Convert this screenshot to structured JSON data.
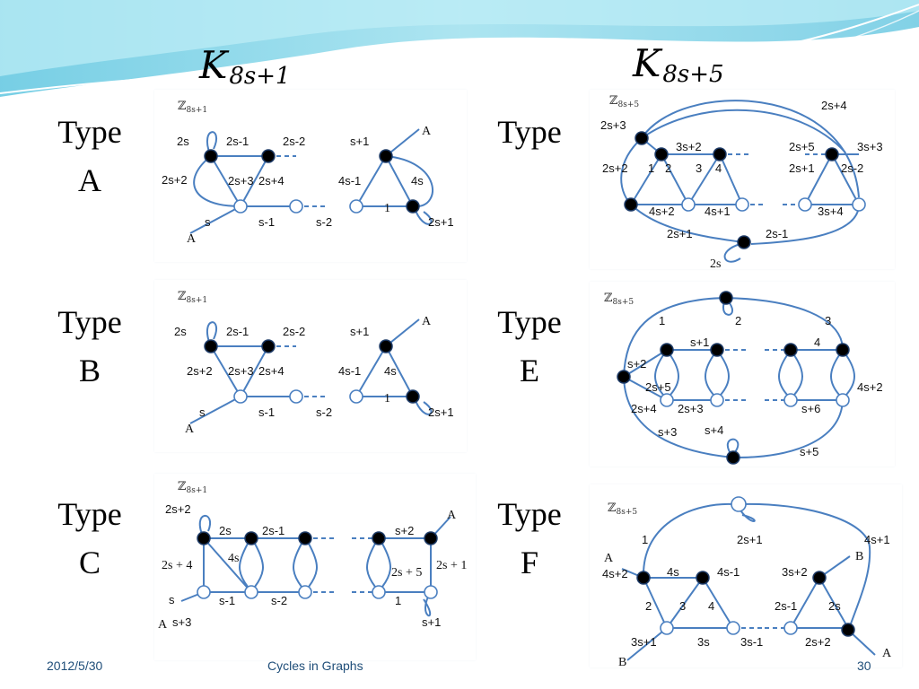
{
  "slide": {
    "left_heading": {
      "base": "K",
      "sub": "8s+1"
    },
    "right_heading": {
      "base": "K",
      "sub": "8s+5"
    },
    "footer": {
      "date": "2012/5/30",
      "title": "Cycles in Graphs",
      "page": "30"
    }
  },
  "types": [
    {
      "id": "A",
      "word": "Type",
      "letter": "A"
    },
    {
      "id": "B",
      "word": "Type",
      "letter": "B"
    },
    {
      "id": "C",
      "word": "Type",
      "letter": "C"
    },
    {
      "id": "D",
      "word": "Type",
      "letter": ""
    },
    {
      "id": "E",
      "word": "Type",
      "letter": "E"
    },
    {
      "id": "F",
      "word": "Type",
      "letter": "F"
    }
  ],
  "panels": {
    "A": {
      "group": {
        "base": "ℤ",
        "sub": "8s+1"
      },
      "labels": [
        "2s",
        "2s-1",
        "2s-2",
        "2s+2",
        "2s+3",
        "2s+4",
        "s",
        "A",
        "s-1",
        "s-2",
        "s+1",
        "A",
        "4s-1",
        "4s",
        "1",
        "2s+1"
      ]
    },
    "B": {
      "group": {
        "base": "ℤ",
        "sub": "8s+1"
      },
      "labels": [
        "2s",
        "2s-1",
        "2s-2",
        "2s+2",
        "2s+3",
        "2s+4",
        "s",
        "A",
        "s-1",
        "s-2",
        "s+1",
        "A",
        "4s-1",
        "4s",
        "1",
        "2s+1"
      ]
    },
    "C": {
      "group": {
        "base": "ℤ",
        "sub": "8s+1"
      },
      "labels": [
        "2s+2",
        "2s",
        "2s-1",
        "2s + 4",
        "4s",
        "s",
        "s-1",
        "s-2",
        "A",
        "s+3",
        "s+2",
        "A",
        "2s + 5",
        "2s + 1",
        "1",
        "s+1"
      ]
    },
    "D": {
      "group": {
        "base": "ℤ",
        "sub": "8s+5"
      },
      "labels": [
        "2s+4",
        "2s+3",
        "3s+2",
        "2s+5",
        "3s+3",
        "2s+2",
        "1",
        "2",
        "3",
        "4",
        "2s+1",
        "2s-2",
        "4s+2",
        "4s+1",
        "3s+4",
        "2s+1",
        "2s-1",
        "2s"
      ]
    },
    "E": {
      "group": {
        "base": "ℤ",
        "sub": "8s+5"
      },
      "labels": [
        "1",
        "2",
        "3",
        "s+1",
        "4",
        "s+2",
        "2s+5",
        "4s+2",
        "2s+4",
        "2s+3",
        "s+6",
        "s+3",
        "s+4",
        "s+5"
      ]
    },
    "F": {
      "group": {
        "base": "ℤ",
        "sub": "8s+5"
      },
      "labels": [
        "2s+1",
        "1",
        "4s+1",
        "A",
        "4s+2",
        "4s",
        "4s-1",
        "3s+2",
        "B",
        "2",
        "3",
        "4",
        "2s-1",
        "2s",
        "3s+1",
        "3s",
        "3s-1",
        "2s+2",
        "A",
        "B"
      ]
    }
  }
}
